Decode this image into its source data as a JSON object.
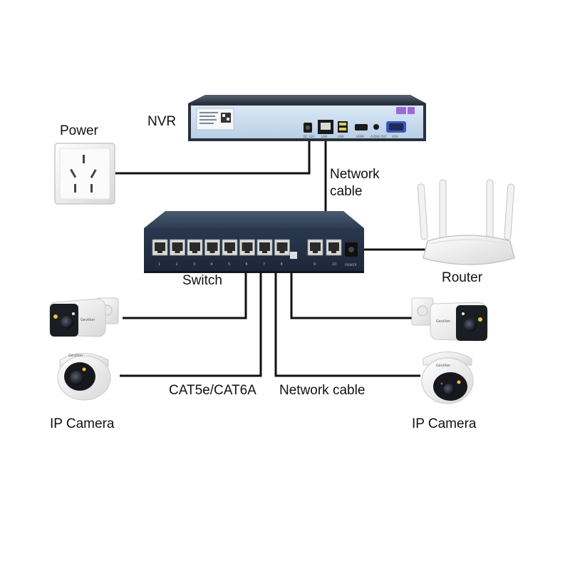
{
  "labels": {
    "nvr": "NVR",
    "power": "Power",
    "network_cable_top_line1": "Network",
    "network_cable_top_line2": "cable",
    "switch": "Switch",
    "router": "Router",
    "cat_label": "CAT5e/CAT6A",
    "network_cable_bottom": "Network cable",
    "ip_camera_left": "IP Camera",
    "ip_camera_right": "IP Camera"
  },
  "devices": {
    "nvr": {
      "port_labels": [
        "DC 12V",
        "LAN",
        "USB",
        "HDMI",
        "AUDIO OUT",
        "VGA"
      ],
      "icon": "nvr-recorder-icon"
    },
    "switch": {
      "port_numbers": [
        "1",
        "2",
        "3",
        "4",
        "5",
        "6",
        "7",
        "8",
        "9",
        "10"
      ],
      "power_label": "POWER",
      "icon": "poe-switch-icon"
    },
    "router": {
      "icon": "wifi-router-icon"
    },
    "power_outlet": {
      "icon": "wall-socket-icon"
    },
    "cameras": [
      {
        "type": "bullet",
        "side": "left",
        "brand": "Gevilion"
      },
      {
        "type": "dome",
        "side": "left",
        "brand": "Gevilion"
      },
      {
        "type": "bullet",
        "side": "right",
        "brand": "Gevilion"
      },
      {
        "type": "dome",
        "side": "right",
        "brand": "Gevilion"
      }
    ]
  },
  "colors": {
    "cable": "#111111",
    "nvr_panel": "#cfe0f2",
    "switch_body": "#2b3a50",
    "port": "#e6e6e6",
    "text": "#111111"
  }
}
